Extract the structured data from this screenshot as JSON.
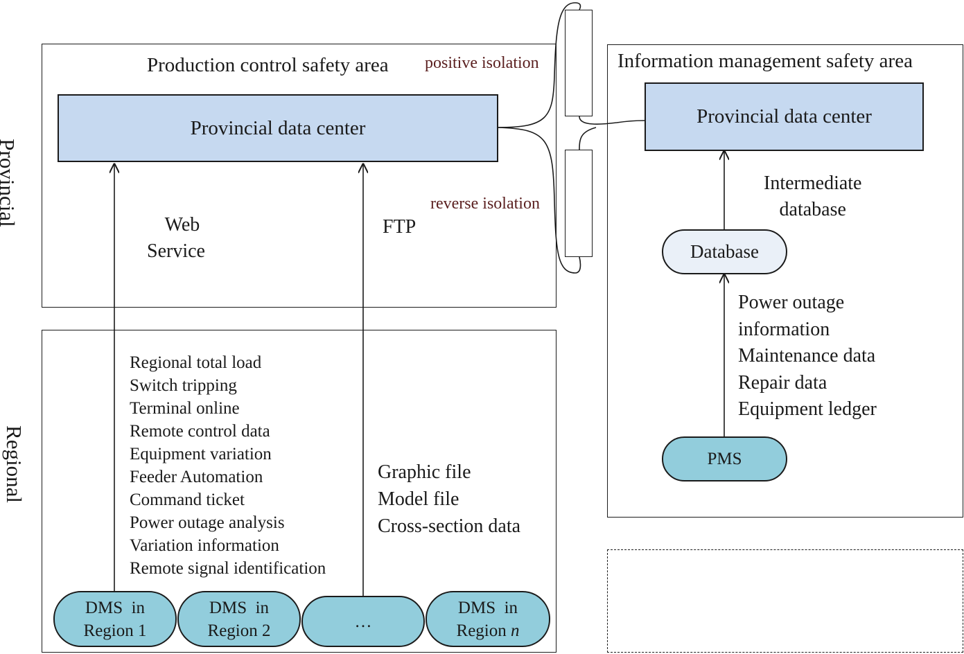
{
  "side_labels": {
    "provincial": "Provincial",
    "regional": "Regional"
  },
  "production": {
    "title": "Production control safety area",
    "data_center": "Provincial data center",
    "web_service": [
      "Web",
      "Service"
    ],
    "ftp": "FTP"
  },
  "isolation": {
    "positive": "positive isolation",
    "reverse": "reverse isolation"
  },
  "regional": {
    "web_items": [
      "Regional total load",
      "Switch tripping",
      "Terminal online",
      "Remote control data",
      "Equipment variation",
      "Feeder Automation",
      "Command ticket",
      "Power outage analysis",
      "Variation information",
      "Remote signal identification"
    ],
    "ftp_items": [
      "Graphic file",
      "Model file",
      "Cross-section data"
    ],
    "dms": [
      {
        "line1": "DMS  in",
        "line2": "Region 1"
      },
      {
        "line1": "DMS  in",
        "line2": "Region 2"
      },
      {
        "line1": "…",
        "line2": ""
      },
      {
        "line1": "DMS  in",
        "line2": "Region ",
        "italic": "n"
      }
    ]
  },
  "information": {
    "title": "Information management safety area",
    "data_center": "Provincial data center",
    "intermediate": [
      "Intermediate",
      "database"
    ],
    "database": "Database",
    "pms_items": [
      "Power outage",
      "information",
      "Maintenance data",
      "Repair data",
      "Equipment ledger"
    ],
    "pms": "PMS"
  },
  "colors": {
    "box_blue": "#c6d9f0",
    "pill_teal": "#92cddc",
    "pill_light": "#eaf0f8",
    "isolation_text": "#5a1f1f"
  }
}
